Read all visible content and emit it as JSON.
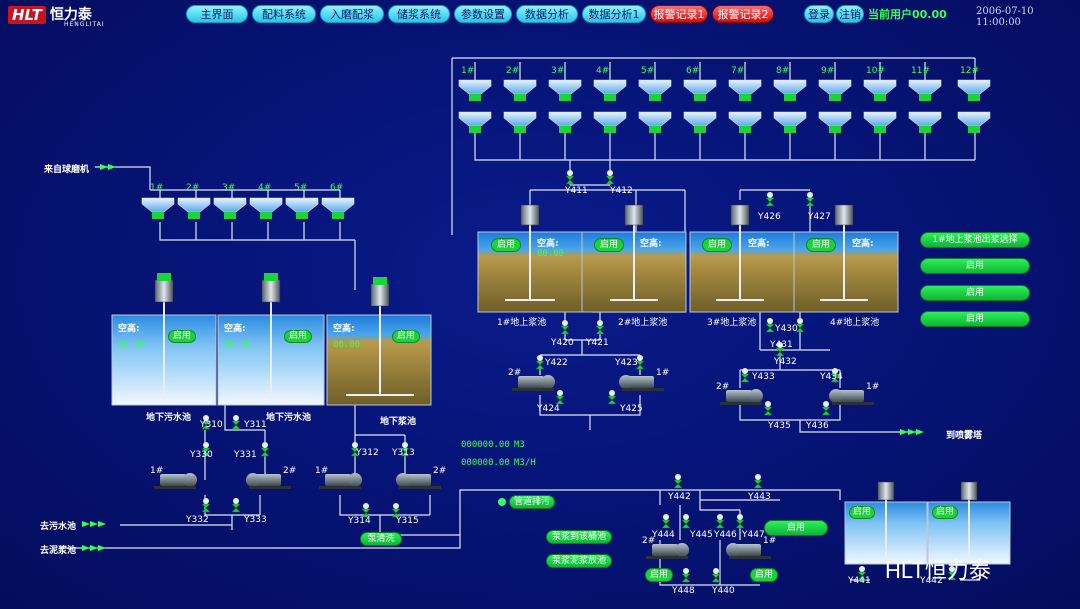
{
  "brand": {
    "logo": "HLT",
    "name_cn": "恒力泰",
    "name_en": "HENGLITAI"
  },
  "nav": [
    {
      "label": "主界面",
      "style": "normal"
    },
    {
      "label": "配料系统",
      "style": "normal"
    },
    {
      "label": "入磨配浆",
      "style": "normal"
    },
    {
      "label": "储浆系统",
      "style": "normal"
    },
    {
      "label": "参数设置",
      "style": "normal"
    },
    {
      "label": "数据分析",
      "style": "normal"
    },
    {
      "label": "数据分析1",
      "style": "normal"
    },
    {
      "label": "报警记录1",
      "style": "alarm"
    },
    {
      "label": "报警记录2",
      "style": "alarm"
    }
  ],
  "session": {
    "login": "登录",
    "logout": "注销",
    "user_label": "当前用户00.00",
    "datetime": "2006-07-10 11:00:00"
  },
  "labels": {
    "from_ball_mill": "来自球磨机",
    "to_sewage_pool": "去污水池",
    "to_mud_pool": "去泥浆池",
    "to_spray_tower": "到喷雾塔",
    "pump_flush": "泵清洗",
    "pipe_drain": "管道排污",
    "slurry_to_pool": "泵浆到该桶池",
    "slurry_mud_out": "泵浆泥浆放池",
    "flow_total": "000000.00",
    "flow_total_unit": "M3",
    "flow_rate": "000000.00",
    "flow_rate_unit": "M3/H",
    "empty_height": "空高:",
    "unit_m": "m",
    "enable": "启用",
    "level_value": "00.00"
  },
  "left_hoppers": [
    "1#",
    "2#",
    "3#",
    "4#",
    "5#",
    "6#"
  ],
  "right_hoppers": [
    "1#",
    "2#",
    "3#",
    "4#",
    "5#",
    "6#",
    "7#",
    "8#",
    "9#",
    "10#",
    "11#",
    "12#"
  ],
  "underground_tanks": [
    "地下污水池",
    "地下污水池",
    "地下浆池"
  ],
  "ground_tanks": [
    "1#地上浆池",
    "2#地上浆池",
    "3#地上浆池",
    "4#地上浆池"
  ],
  "valves": {
    "left": [
      "Y310",
      "Y311",
      "Y330",
      "Y331",
      "Y332",
      "Y333",
      "Y312",
      "Y313",
      "Y314",
      "Y315"
    ],
    "mid": [
      "Y411",
      "Y412",
      "Y420",
      "Y421",
      "Y422",
      "Y423",
      "Y424",
      "Y425"
    ],
    "right": [
      "Y426",
      "Y427",
      "Y430",
      "Y431",
      "Y432",
      "Y433",
      "Y434",
      "Y435",
      "Y436"
    ],
    "bottom": [
      "Y442",
      "Y443",
      "Y444",
      "Y445",
      "Y446",
      "Y447",
      "Y448",
      "Y440",
      "Y441",
      "Y442"
    ]
  },
  "pumps": {
    "left": [
      "1#",
      "2#",
      "1#",
      "2#"
    ],
    "mid": [
      "2#",
      "1#"
    ],
    "right": [
      "2#",
      "1#"
    ],
    "bottom": [
      "2#",
      "1#"
    ]
  },
  "side_panel": {
    "title": "1#地上浆池出浆选择",
    "items": [
      "启用",
      "启用",
      "启用"
    ]
  },
  "watermark": "HLT恒力泰",
  "colors": {
    "bg": "#05106a",
    "accent": "#37ff5a",
    "nav": "#2bc3e6",
    "alarm": "#c80f14",
    "water": "#5aa8e8",
    "slurry": "#8a7a3a"
  }
}
